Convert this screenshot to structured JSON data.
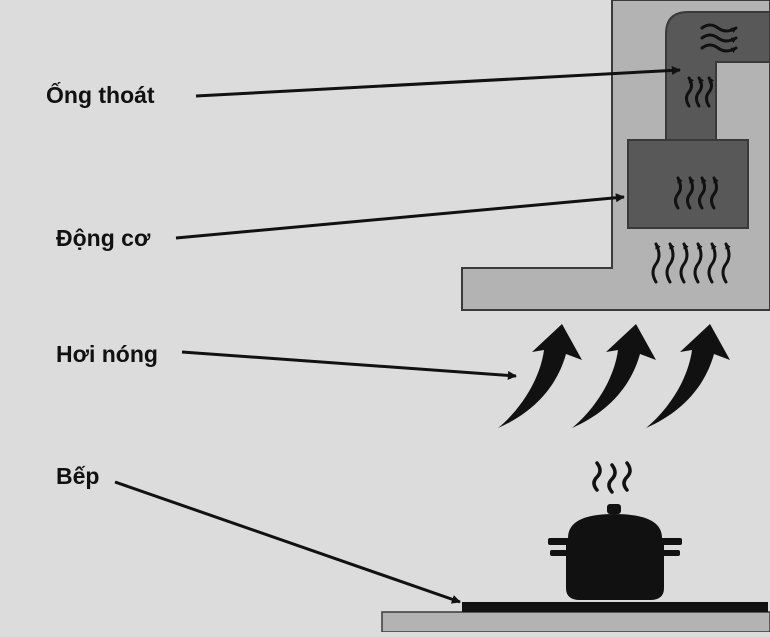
{
  "labels": {
    "exhaust_pipe": "Ống thoát",
    "motor": "Động cơ",
    "hot_air": "Hơi nóng",
    "stove": "Bếp"
  },
  "colors": {
    "background": "#dcdcdc",
    "hood_body": "#b3b3b3",
    "hood_outline": "#3a3a3a",
    "duct_dark": "#585858",
    "arrow_black": "#111111",
    "counter": "#b3b3b3"
  },
  "icons": {
    "pot": "cooking-pot-icon",
    "steam": "steam-icon",
    "hot_air_arrows": "curved-up-arrow-icon",
    "airflow": "wavy-up-arrow-icon"
  }
}
